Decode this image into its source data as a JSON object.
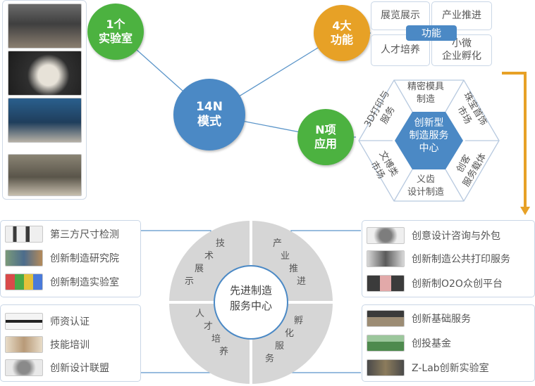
{
  "circles": {
    "lab": "1个\n实验室",
    "functions": "4大\n功能",
    "model": "14N\n模式",
    "apps": "N项\n应用"
  },
  "functions": {
    "exhibition": "展览展示",
    "industry": "产业推进",
    "talent": "人才培养",
    "incubation": "小微\n企业孵化",
    "center_label": "功能"
  },
  "hexagon": {
    "center": "创新型\n制造服务\n中心",
    "top": "精密模具\n制造",
    "top_right": "珠宝首饰\n市场",
    "bottom_right": "创客\n服务载体",
    "bottom": "义齿\n设计制造",
    "bottom_left": "文博类\n市场",
    "top_left": "3D打印与\n服务"
  },
  "ring": {
    "center": "先进制造\n服务中心",
    "q_tech_show": [
      "技",
      "术",
      "展",
      "示"
    ],
    "q_industry": [
      "产",
      "业",
      "推",
      "进"
    ],
    "q_talent": [
      "人",
      "才",
      "培",
      "养"
    ],
    "q_incubation": [
      "孵",
      "化",
      "服",
      "务"
    ]
  },
  "panels": {
    "top_left": [
      "第三方尺寸检测",
      "创新制造研究院",
      "创新制造实验室"
    ],
    "bottom_left": [
      "师资认证",
      "技能培训",
      "创新设计联盟"
    ],
    "top_right": [
      "创意设计咨询与外包",
      "创新制造公共打印服务",
      "创新制O2O众创平台"
    ],
    "bottom_right": [
      "创新基础服务",
      "创投基金",
      "Z-Lab创新实验室"
    ]
  },
  "colors": {
    "green": "#4cb240",
    "orange": "#e7a126",
    "blue": "#4b89c5",
    "ring_gray": "#d6d6d6"
  }
}
